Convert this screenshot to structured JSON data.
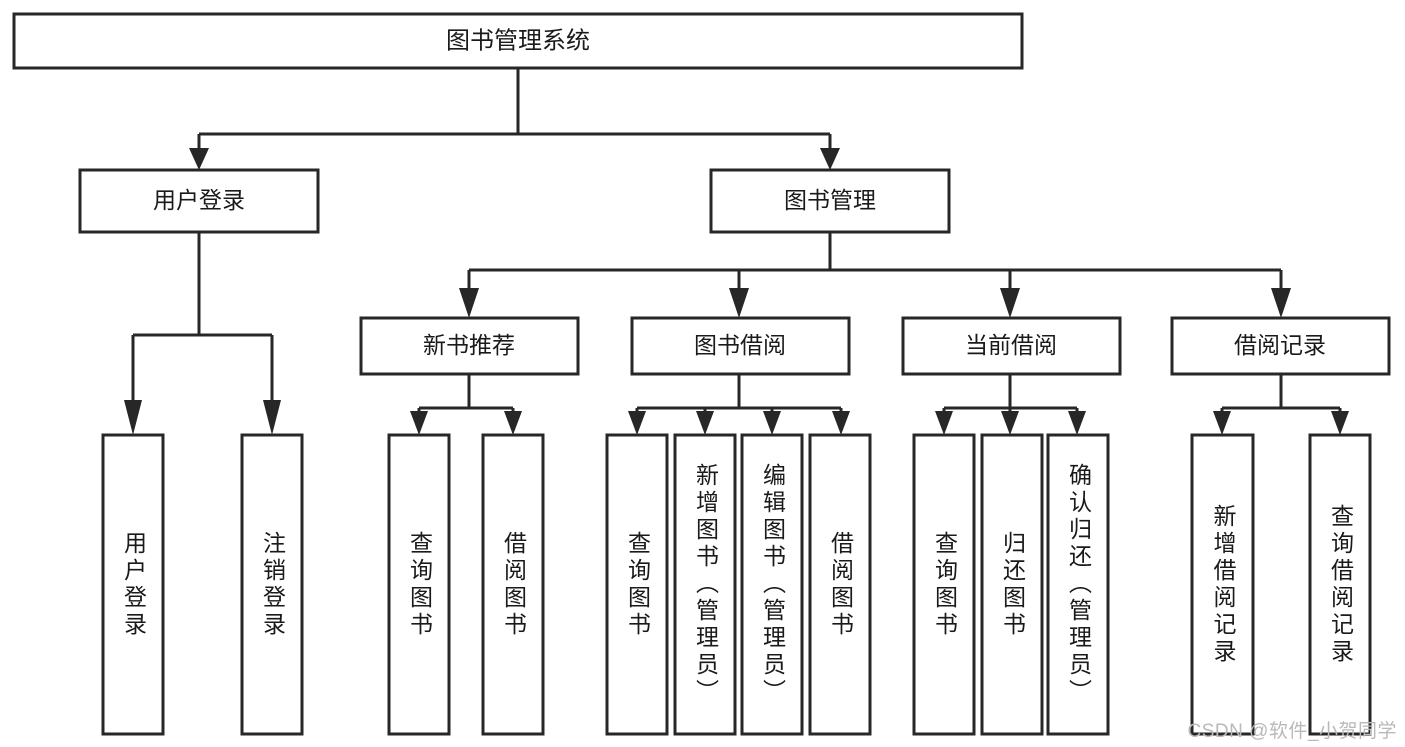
{
  "diagram": {
    "type": "tree",
    "title": "图书管理系统",
    "root": {
      "id": "root",
      "label": "图书管理系统",
      "orientation": "horizontal"
    },
    "level2": [
      {
        "id": "user-login",
        "label": "用户登录",
        "orientation": "horizontal"
      },
      {
        "id": "book-manage",
        "label": "图书管理",
        "orientation": "horizontal"
      }
    ],
    "level3": [
      {
        "id": "new-book-recommend",
        "label": "新书推荐",
        "orientation": "horizontal",
        "parent": "book-manage"
      },
      {
        "id": "book-borrow",
        "label": "图书借阅",
        "orientation": "horizontal",
        "parent": "book-manage"
      },
      {
        "id": "current-borrow",
        "label": "当前借阅",
        "orientation": "horizontal",
        "parent": "book-manage"
      },
      {
        "id": "borrow-record",
        "label": "借阅记录",
        "orientation": "horizontal",
        "parent": "book-manage"
      }
    ],
    "leaves": [
      {
        "id": "leaf-user-login",
        "label": "用户登录",
        "parent": "user-login"
      },
      {
        "id": "leaf-logout-login",
        "label": "注销登录",
        "parent": "user-login"
      },
      {
        "id": "leaf-query-book-new",
        "label": "查询图书",
        "parent": "new-book-recommend"
      },
      {
        "id": "leaf-borrow-book-new",
        "label": "借阅图书",
        "parent": "new-book-recommend"
      },
      {
        "id": "leaf-query-book-borrow",
        "label": "查询图书",
        "parent": "book-borrow"
      },
      {
        "id": "leaf-add-book",
        "label": "新增图书（管理员）",
        "parent": "book-borrow"
      },
      {
        "id": "leaf-edit-book",
        "label": "编辑图书（管理员）",
        "parent": "book-borrow"
      },
      {
        "id": "leaf-borrow-book",
        "label": "借阅图书",
        "parent": "book-borrow"
      },
      {
        "id": "leaf-query-book-current",
        "label": "查询图书",
        "parent": "current-borrow"
      },
      {
        "id": "leaf-return-book",
        "label": "归还图书",
        "parent": "current-borrow"
      },
      {
        "id": "leaf-confirm-return",
        "label": "确认归还（管理员）",
        "parent": "current-borrow"
      },
      {
        "id": "leaf-add-record",
        "label": "新增借阅记录",
        "parent": "borrow-record"
      },
      {
        "id": "leaf-query-record",
        "label": "查询借阅记录",
        "parent": "borrow-record"
      }
    ],
    "colors": {
      "stroke": "#272727",
      "fill": "#ffffff",
      "text": "#1a1a1a",
      "watermark": "#b9b9b9",
      "background": "#ffffff"
    }
  },
  "watermark": {
    "text": "CSDN @软件_小贺同学"
  }
}
